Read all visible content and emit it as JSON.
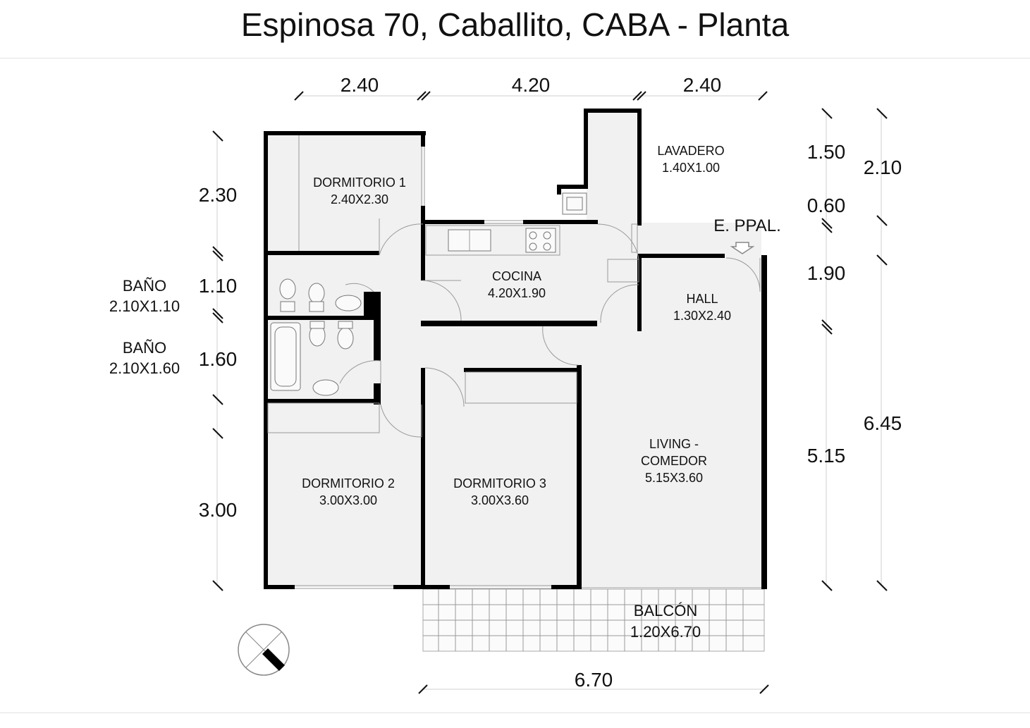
{
  "title": "Espinosa 70, Caballito, CABA - Planta",
  "dimensions": {
    "top_left": "2.40",
    "top_mid": "4.20",
    "top_right": "2.40",
    "left_top": "2.30",
    "left_mid1": "1.10",
    "left_mid2": "1.60",
    "left_bottom": "3.00",
    "right_1": "1.50",
    "right_2": "0.60",
    "right_3": "1.90",
    "right_4": "5.15",
    "right_total_top": "2.10",
    "right_total_bottom": "6.45",
    "bottom": "6.70"
  },
  "rooms": {
    "dormitorio1": {
      "name": "DORMITORIO 1",
      "size": "2.40X2.30"
    },
    "lavadero": {
      "name": "LAVADERO",
      "size": "1.40X1.00"
    },
    "cocina": {
      "name": "COCINA",
      "size": "4.20X1.90"
    },
    "hall": {
      "name": "HALL",
      "size": "1.30X2.40"
    },
    "living": {
      "name1": "LIVING -",
      "name2": "COMEDOR",
      "size": "5.15X3.60"
    },
    "dormitorio2": {
      "name": "DORMITORIO 2",
      "size": "3.00X3.00"
    },
    "dormitorio3": {
      "name": "DORMITORIO 3",
      "size": "3.00X3.60"
    },
    "bano1": {
      "name": "BAÑO",
      "size": "2.10X1.10"
    },
    "bano2": {
      "name": "BAÑO",
      "size": "2.10X1.60"
    },
    "balcon": {
      "name": "BALCÓN",
      "size": "1.20X6.70"
    }
  },
  "entrance": {
    "label": "E. PPAL."
  },
  "icons": {
    "compass": "north-compass-icon",
    "entry": "entry-arrow-icon"
  }
}
